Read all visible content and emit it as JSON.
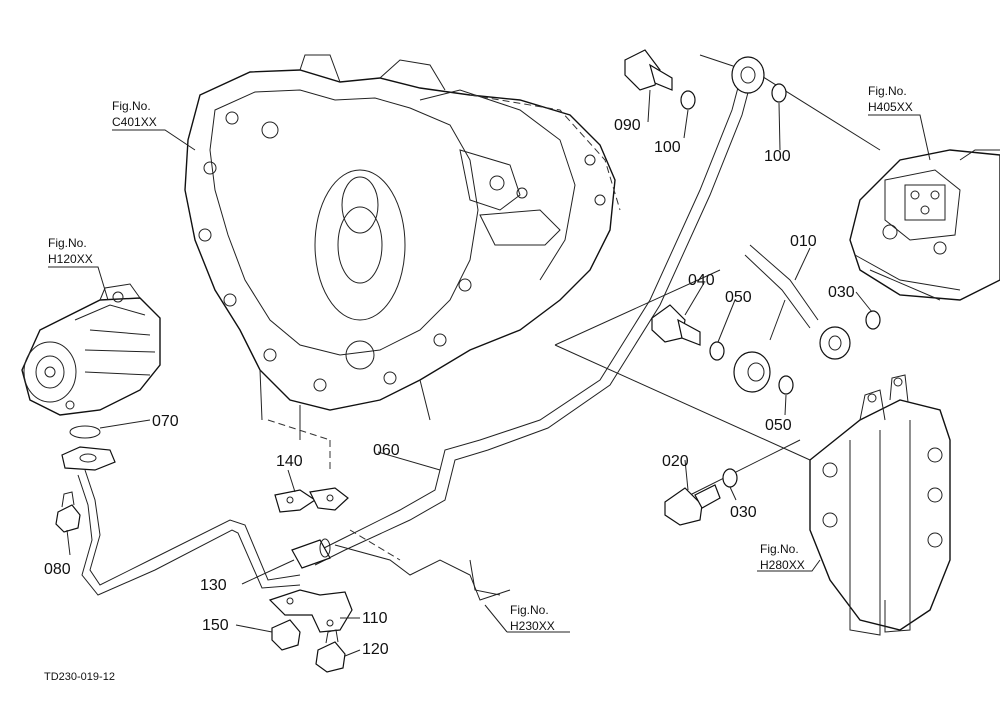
{
  "figure_refs": [
    {
      "id": "c401",
      "label": "Fig.No.",
      "code": "C401XX"
    },
    {
      "id": "h120",
      "label": "Fig.No.",
      "code": "H120XX"
    },
    {
      "id": "h405",
      "label": "Fig.No.",
      "code": "H405XX"
    },
    {
      "id": "h230",
      "label": "Fig.No.",
      "code": "H230XX"
    },
    {
      "id": "h280",
      "label": "Fig.No.",
      "code": "H280XX"
    }
  ],
  "parts": [
    "010",
    "020",
    "030",
    "030",
    "040",
    "050",
    "050",
    "060",
    "070",
    "080",
    "090",
    "100",
    "100",
    "110",
    "120",
    "130",
    "140",
    "150"
  ],
  "drawing_code": "TD230-019-12"
}
